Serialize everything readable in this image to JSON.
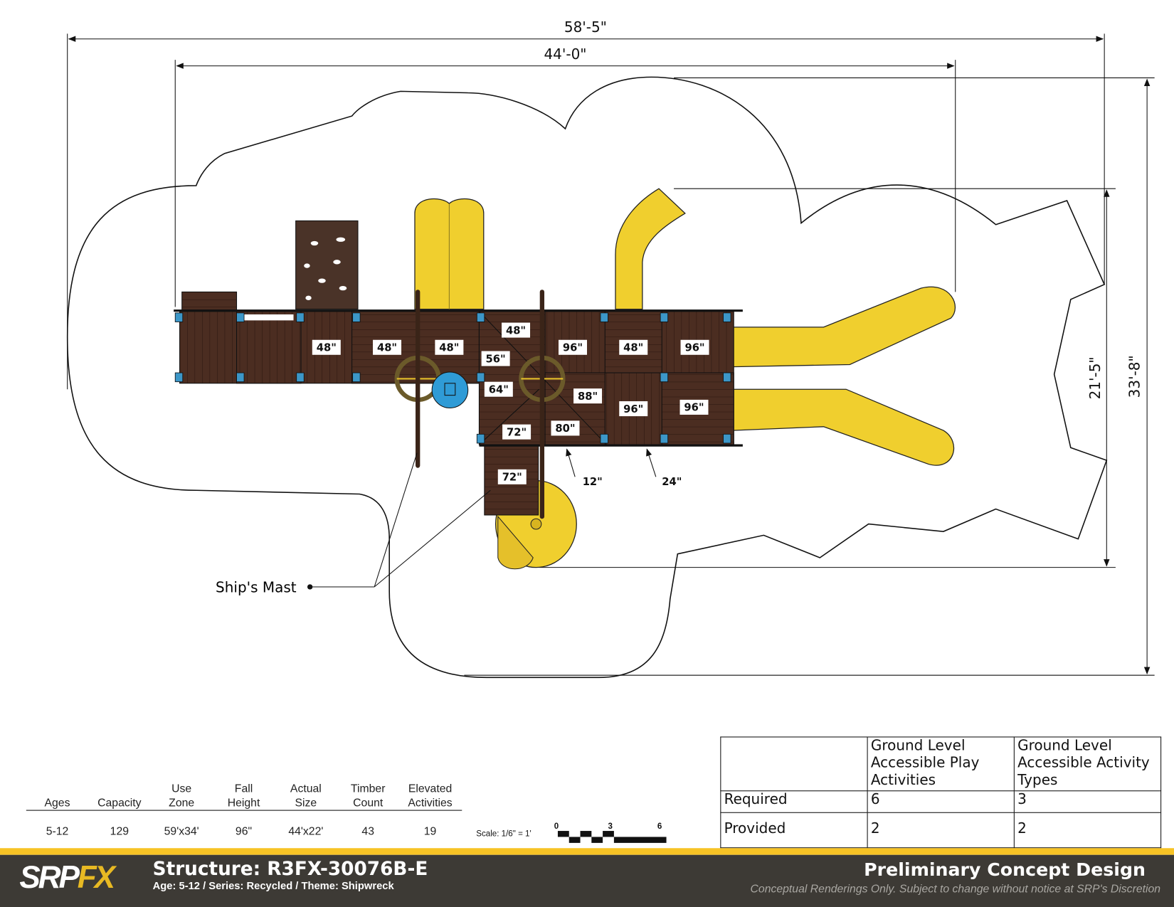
{
  "dimensions": {
    "overall_width": "58'-5\"",
    "structure_width": "44'-0\"",
    "overall_depth": "33'-8\"",
    "structure_depth": "21'-5\""
  },
  "deck_labels": [
    "48\"",
    "48\"",
    "48\"",
    "48\"",
    "56\"",
    "64\"",
    "72\"",
    "72\"",
    "80\"",
    "88\"",
    "96\"",
    "48\"",
    "96\"",
    "96\"",
    "96\""
  ],
  "step_labels": [
    "12\"",
    "24\""
  ],
  "callout": {
    "ships_mast": "Ship's Mast"
  },
  "stats": {
    "headers": [
      [
        "",
        "Ages"
      ],
      [
        "",
        "Capacity"
      ],
      [
        "Use",
        "Zone"
      ],
      [
        "Fall",
        "Height"
      ],
      [
        "Actual",
        "Size"
      ],
      [
        "Timber",
        "Count"
      ],
      [
        "Elevated",
        "Activities"
      ]
    ],
    "values": [
      "5-12",
      "129",
      "59'x34'",
      "96\"",
      "44'x22'",
      "43",
      "19"
    ]
  },
  "scale": {
    "label": "Scale: 1/6\" = 1'",
    "ticks": [
      "0",
      "3",
      "6"
    ]
  },
  "accessibility_table": {
    "headers": [
      "",
      "Ground Level Accessible Play Activities",
      "Ground Level Accessible Activity Types"
    ],
    "rows": [
      [
        "Required",
        "6",
        "3"
      ],
      [
        "Provided",
        "2",
        "2"
      ]
    ]
  },
  "footer": {
    "logo_main": "SRP",
    "logo_accent": "FX",
    "structure": "Structure: R3FX-30076B-E",
    "subtitle": "Age: 5-12 / Series: Recycled / Theme: Shipwreck",
    "design_status": "Preliminary Concept Design",
    "disclaimer": "Conceptual Renderings Only. Subject to change without notice at SRP's Discretion"
  },
  "colors": {
    "deck": "#4b2d21",
    "slide": "#f0cf2e",
    "accent_stripe": "#f7c325",
    "footer_bg": "#3d3a35",
    "panel_blue": "#2f9bd6"
  }
}
